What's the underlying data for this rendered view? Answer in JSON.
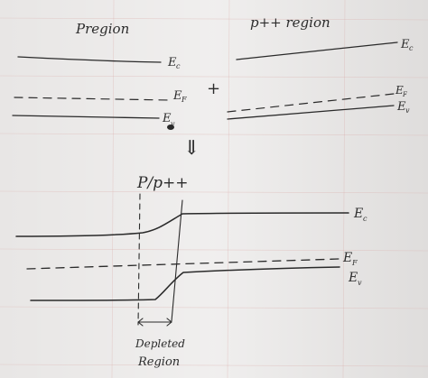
{
  "top": {
    "p_region": {
      "title": "Pregion",
      "ec": "E",
      "ec_sub": "c",
      "ef": "E",
      "ef_sub": "F",
      "ev": "E",
      "ev_sub": "v"
    },
    "plus": "+",
    "ppp_region": {
      "title": "p++ region",
      "ec": "E",
      "ec_sub": "c",
      "ef": "E",
      "ef_sub": "F",
      "ev": "E",
      "ev_sub": "v"
    }
  },
  "arrow": "⇓",
  "bottom": {
    "title": "P/p++",
    "ec": "E",
    "ec_sub": "c",
    "ef": "E",
    "ef_sub": "F",
    "ev": "E",
    "ev_sub": "v",
    "depleted_line1": "Depleted",
    "depleted_line2": "Region"
  },
  "colors": {
    "paper": "#e8e6e5",
    "ink": "#2a2a2a",
    "grid": "#d9a9a6"
  }
}
